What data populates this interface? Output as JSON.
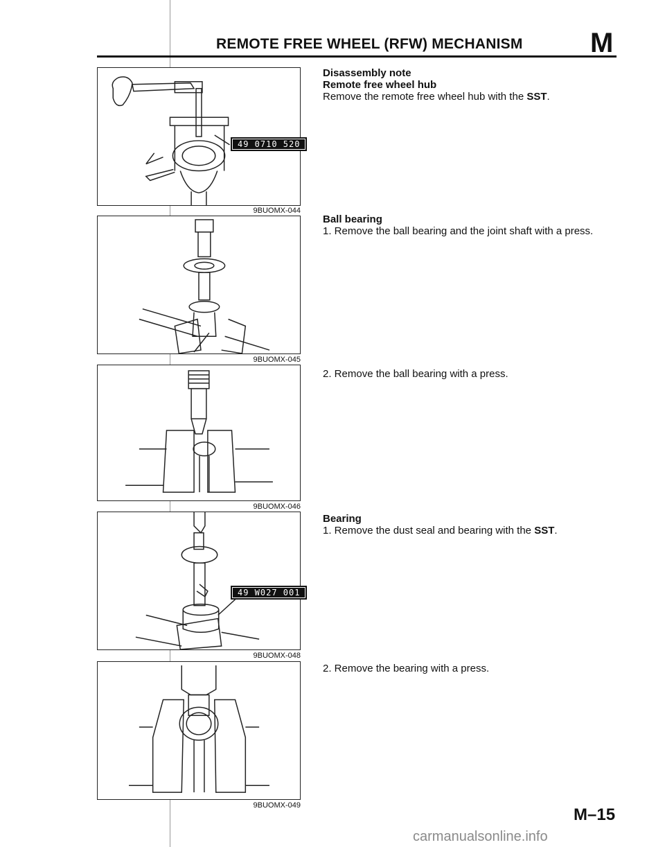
{
  "header": {
    "title": "REMOTE FREE WHEEL (RFW) MECHANISM",
    "section_letter": "M"
  },
  "figures": [
    {
      "code": "9BUOMX-044",
      "sst_label": "49 0710 520"
    },
    {
      "code": "9BUOMX-045"
    },
    {
      "code": "9BUOMX-046"
    },
    {
      "code": "9BUOMX-048",
      "sst_label": "49 W027 001"
    },
    {
      "code": "9BUOMX-049"
    }
  ],
  "notes": {
    "n1": {
      "heading": "Disassembly note",
      "subheading": "Remote free wheel hub",
      "text": "Remove the remote free wheel hub with the ",
      "emph": "SST",
      "tail": "."
    },
    "n2": {
      "heading": "Ball bearing",
      "text": "1. Remove the ball bearing and the joint shaft with a press."
    },
    "n3": {
      "text": "2. Remove the ball bearing with a press."
    },
    "n4": {
      "heading": "Bearing",
      "text": "1. Remove the dust seal and bearing with the ",
      "emph": "SST",
      "tail": "."
    },
    "n5": {
      "text": "2. Remove the bearing with a press."
    }
  },
  "footer": {
    "page_number": "M–15",
    "watermark": "carmanualsonline.info"
  }
}
